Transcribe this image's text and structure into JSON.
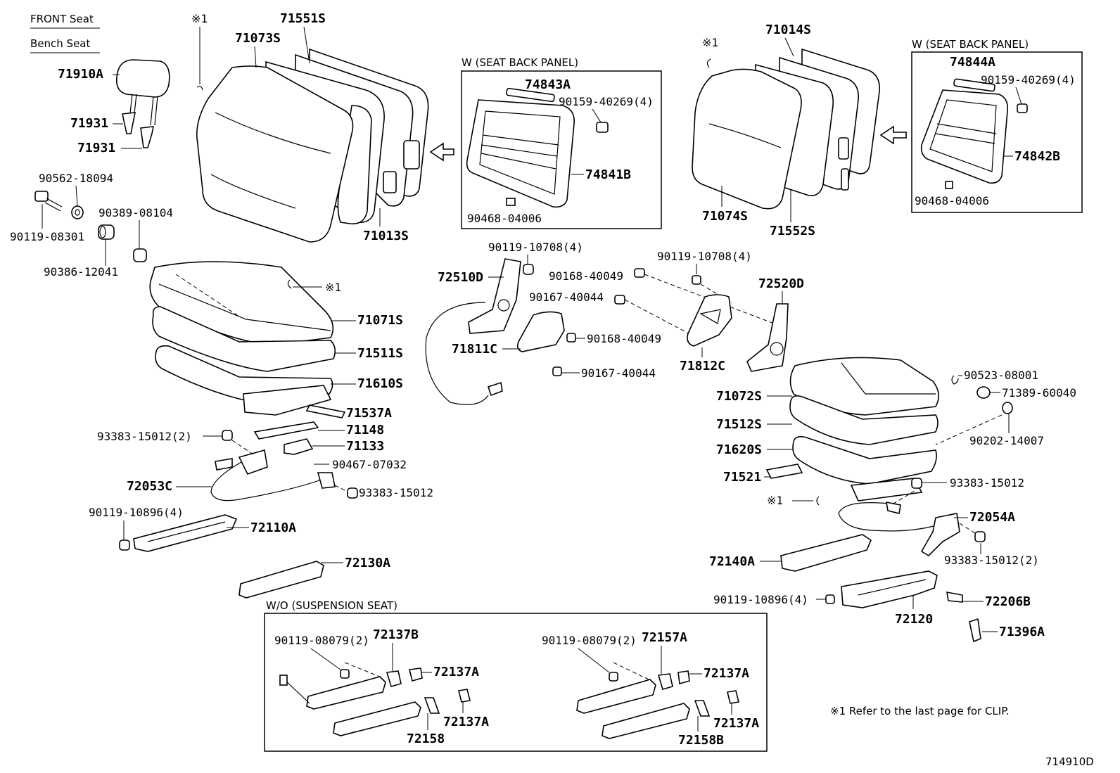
{
  "headings": {
    "front_seat": "FRONT Seat",
    "bench_seat": "Bench Seat",
    "seat_back_panel_left": "W (SEAT BACK PANEL)",
    "seat_back_panel_right": "W (SEAT BACK PANEL)",
    "suspension": "W/O (SUSPENSION SEAT)"
  },
  "clip_marks": {
    "top_left": "※1",
    "top_right": "※1",
    "cushion": "※1",
    "right_cushion": "※1"
  },
  "note": "※1  Refer to the last page for CLIP.",
  "figure_code": "714910D",
  "parts": {
    "p71910A": "71910A",
    "p71931a": "71931",
    "p71931b": "71931",
    "p90562": "90562-18094",
    "p90119_08301": "90119-08301",
    "p90389": "90389-08104",
    "p90386": "90386-12041",
    "p71073S": "71073S",
    "p71551S": "71551S",
    "p71013S": "71013S",
    "p74843A": "74843A",
    "p90159_l": "90159-40269(4)",
    "p74841B": "74841B",
    "p90468_l": "90468-04006",
    "p71014S": "71014S",
    "p71074S": "71074S",
    "p71552S": "71552S",
    "p74844A": "74844A",
    "p90159_r": "90159-40269(4)",
    "p74842B": "74842B",
    "p90468_r": "90468-04006",
    "p71071S": "71071S",
    "p71511S": "71511S",
    "p71610S": "71610S",
    "p71537A": "71537A",
    "p71148": "71148",
    "p71133": "71133",
    "p93383_2a": "93383-15012(2)",
    "p90467": "90467-07032",
    "p72053C": "72053C",
    "p93383_a": "93383-15012",
    "p90119_10896a": "90119-10896(4)",
    "p72110A": "72110A",
    "p72130A": "72130A",
    "p90119_10708a": "90119-10708(4)",
    "p72510D": "72510D",
    "p90168_a": "90168-40049",
    "p90167_a": "90167-40044",
    "p71811C": "71811C",
    "p90168_b": "90168-40049",
    "p90167_b": "90167-40044",
    "p90119_10708b": "90119-10708(4)",
    "p72520D": "72520D",
    "p71812C": "71812C",
    "p71072S": "71072S",
    "p71512S": "71512S",
    "p71620S": "71620S",
    "p71521": "71521",
    "p90523": "90523-08001",
    "p71389": "71389-60040",
    "p90202": "90202-14007",
    "p93383_b": "93383-15012",
    "p72054A": "72054A",
    "p72140A": "72140A",
    "p93383_2b": "93383-15012(2)",
    "p90119_10896b": "90119-10896(4)",
    "p72206B": "72206B",
    "p72120": "72120",
    "p71396A": "71396A",
    "p90119_08079a": "90119-08079(2)",
    "p72137B": "72137B",
    "p72137A_1": "72137A",
    "p72137A_2": "72137A",
    "p72158": "72158",
    "p90119_08079b": "90119-08079(2)",
    "p72157A": "72157A",
    "p72137A_3": "72137A",
    "p72137A_4": "72137A",
    "p72158B": "72158B"
  }
}
